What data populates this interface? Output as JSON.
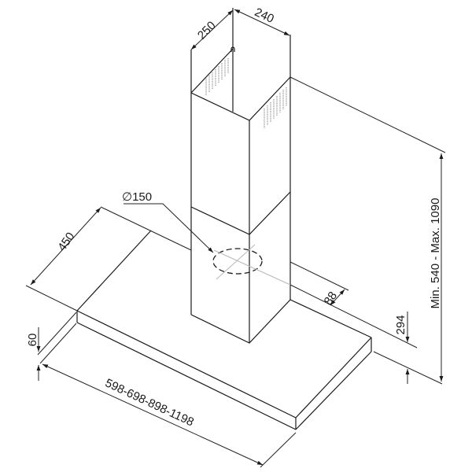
{
  "title": "Chimney cooker hood dimension drawing",
  "dimensions": {
    "chimney_depth": "250",
    "chimney_width": "240",
    "duct_diameter": "∅150",
    "hood_depth": "450",
    "outlet_offset": "88",
    "hood_thickness": "60",
    "hood_widths": "598-698-898-1198",
    "outlet_height": "294",
    "total_height": "Min. 540 - Max. 1090"
  },
  "colors": {
    "line": "#1a1a1a",
    "centerline": "#b8b8b8",
    "background": "#ffffff"
  }
}
